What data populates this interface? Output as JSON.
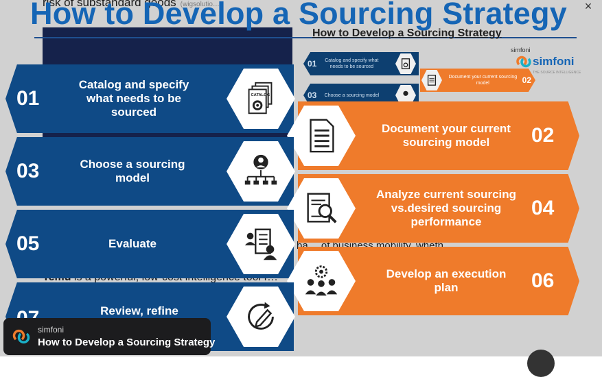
{
  "background": {
    "top_text": "risk of substandard goods",
    "top_cite": "(wigsolutio…",
    "right_text": "ba… of business mobility, wheth…",
    "bottom_bold": "Temu",
    "bottom_text": " is a powerful, low-cost intelligence tool f…"
  },
  "image": {
    "title": "How to Develop a Sourcing Strategy",
    "inset": {
      "title": "How to Develop a Sourcing Strategy",
      "items": [
        {
          "num": "01",
          "label": "Catalog and specify what needs to be sourced"
        },
        {
          "num": "02",
          "label": "Document your current sourcing model"
        },
        {
          "num": "03",
          "label": "Choose a sourcing model"
        }
      ]
    },
    "logo": {
      "small": "simfoni",
      "name": "simfoni",
      "sub": "THE SOURCE INTELLIGENCE"
    },
    "steps": [
      {
        "num": "01",
        "label": "Catalog and specify what needs to be sourced",
        "icon": "catalog-document-gear-icon",
        "color": "#0f4a86"
      },
      {
        "num": "02",
        "label": "Document your current sourcing model",
        "icon": "document-icon",
        "color": "#ef7b2b"
      },
      {
        "num": "03",
        "label": "Choose a sourcing model",
        "icon": "org-chart-person-icon",
        "color": "#0f4a86"
      },
      {
        "num": "04",
        "label": "Analyze current sourcing vs.desired sourcing performance",
        "icon": "document-magnifier-icon",
        "color": "#ef7b2b"
      },
      {
        "num": "05",
        "label": "Evaluate",
        "icon": "checklist-person-icon",
        "color": "#0f4a86"
      },
      {
        "num": "06",
        "label": "Develop an execution plan",
        "icon": "team-gear-icon",
        "color": "#ef7b2b"
      },
      {
        "num": "07",
        "label": "Review, refine",
        "icon": "refresh-pencil-icon",
        "color": "#0f4a86"
      }
    ]
  },
  "close_label": "×",
  "toast": {
    "source": "simfoni",
    "title": "How to Develop a Sourcing Strategy"
  }
}
